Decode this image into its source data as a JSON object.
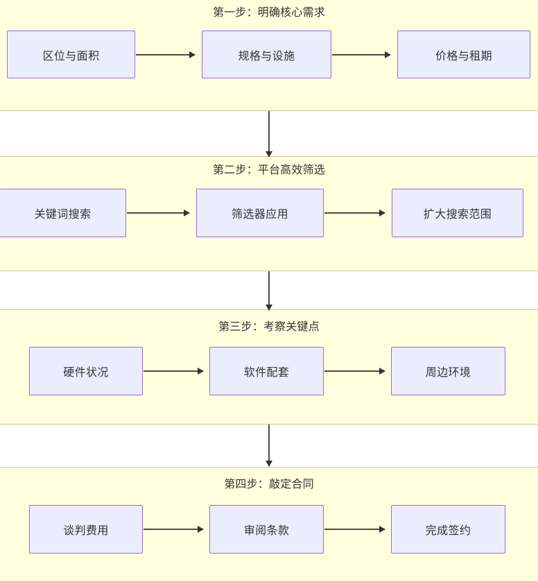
{
  "diagram": {
    "type": "flowchart",
    "orientation": "top-to-bottom-bands-left-to-right-nodes",
    "colors": {
      "band_fill": "#ffffde",
      "band_border": "#ccc98a",
      "node_fill": "#ececff",
      "node_border": "#9370db",
      "text": "#333333",
      "arrow": "#333333",
      "page_background": "#ffffff"
    },
    "bands": [
      {
        "id": "step-1",
        "title": "第一步：明确核心需求",
        "nodes": [
          {
            "id": "n1",
            "label": "区位与面积"
          },
          {
            "id": "n2",
            "label": "规格与设施"
          },
          {
            "id": "n3",
            "label": "价格与租期"
          }
        ],
        "edges": [
          {
            "from": "n1",
            "to": "n2"
          },
          {
            "from": "n2",
            "to": "n3"
          }
        ]
      },
      {
        "id": "step-2",
        "title": "第二步：平台高效筛选",
        "nodes": [
          {
            "id": "n4",
            "label": "关键词搜索"
          },
          {
            "id": "n5",
            "label": "筛选器应用"
          },
          {
            "id": "n6",
            "label": "扩大搜索范围"
          }
        ],
        "edges": [
          {
            "from": "n4",
            "to": "n5"
          },
          {
            "from": "n5",
            "to": "n6"
          }
        ]
      },
      {
        "id": "step-3",
        "title": "第三步：考察关键点",
        "nodes": [
          {
            "id": "n7",
            "label": "硬件状况"
          },
          {
            "id": "n8",
            "label": "软件配套"
          },
          {
            "id": "n9",
            "label": "周边环境"
          }
        ],
        "edges": [
          {
            "from": "n7",
            "to": "n8"
          },
          {
            "from": "n8",
            "to": "n9"
          }
        ]
      },
      {
        "id": "step-4",
        "title": "第四步：敲定合同",
        "nodes": [
          {
            "id": "n10",
            "label": "谈判费用"
          },
          {
            "id": "n11",
            "label": "审阅条款"
          },
          {
            "id": "n12",
            "label": "完成签约"
          }
        ],
        "edges": [
          {
            "from": "n10",
            "to": "n11"
          },
          {
            "from": "n11",
            "to": "n12"
          }
        ]
      }
    ],
    "band_connectors": [
      {
        "from": "step-1",
        "to": "step-2"
      },
      {
        "from": "step-2",
        "to": "step-3"
      },
      {
        "from": "step-3",
        "to": "step-4"
      }
    ]
  }
}
